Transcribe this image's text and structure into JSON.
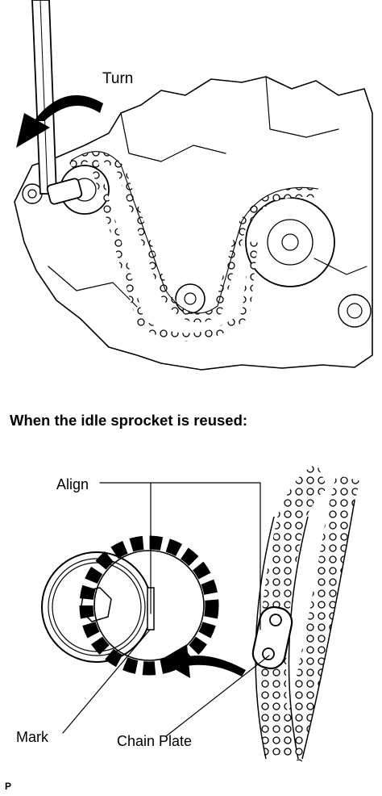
{
  "labels": {
    "turn": "Turn",
    "heading": "When the idle sprocket is reused:",
    "align": "Align",
    "mark": "Mark",
    "chain_plate": "Chain Plate",
    "footer_code": "P"
  }
}
